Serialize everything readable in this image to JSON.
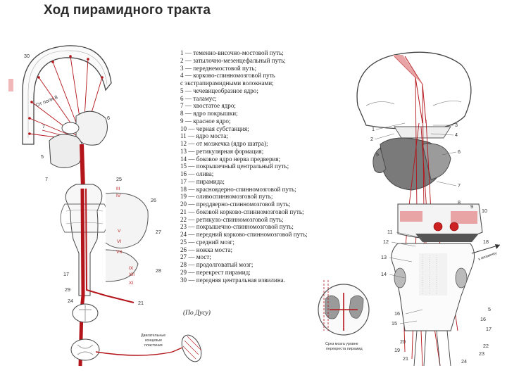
{
  "title": "Ход пирамидного тракта",
  "legend": [
    "1 — теменно-височно-мостовой путь;",
    "2 — затылочно-мезенцефальный путь;",
    "3 — переднемостовой путь;",
    "4 — корково-спинномозговой путь",
    "с экстрапирамидными волокнами;",
    "5 — чечевицеобразное ядро;",
    "6 — таламус;",
    "7 — хвостатое ядро;",
    "8 — ядро покрышки;",
    "9 — красное ядро;",
    "10 — черная субстанция;",
    "11 — ядро моста;",
    "12 — от мозжечка (ядро шатра);",
    "13 — ретикулярная формация;",
    "14 — боковое ядро нерва предверия;",
    "15 — покрышечный центральный путь;",
    "16 — олива;",
    "17 — пирамида;",
    "18 — красноядерно-спинномозговой путь;",
    "19 — оливоспинномозговой путь;",
    "20 — преддверно-спинномозговой путь;",
    "21 — боковой корково-спинномозговой путь;",
    "22 — ретикуло-спинномозговой путь;",
    "23 — покрышечно-спинномозговой путь;",
    "24 — передний корково-спинномозговой путь;",
    "25 — средний мозг;",
    "26 — ножка моста;",
    "27 — мост;",
    "28 — продолговатый мозг;",
    "29 — перекрест пирамид;",
    "30 — передняя центральная извилина."
  ],
  "source": "(По Дусу)",
  "left_figure": {
    "arc_label": "От поля 8",
    "numbers": [
      "30",
      "6",
      "7",
      "5",
      "7",
      "25",
      "26",
      "27",
      "28",
      "17",
      "29",
      "24",
      "21"
    ],
    "roman": [
      "III",
      "IV",
      "V",
      "VI",
      "VII",
      "IX",
      "XII",
      "XI"
    ],
    "caption": [
      "Двигательные",
      "концевые",
      "пластинки"
    ]
  },
  "right_figure": {
    "numbers": [
      "1",
      "2",
      "3",
      "4",
      "5",
      "6",
      "7",
      "8",
      "9",
      "10",
      "11",
      "12",
      "13",
      "14",
      "16",
      "15",
      "5",
      "16",
      "17",
      "20",
      "19",
      "21",
      "22",
      "23",
      "24",
      "18"
    ],
    "side_label": "к мозжечку",
    "inset_caption": [
      "Срез мозга уровне",
      "перекреста пирамид"
    ]
  },
  "colors": {
    "tract": "#b3151b",
    "gray_nucleus": "#7a7a7a",
    "pink": "#e8a4a4",
    "outline": "#444444"
  }
}
